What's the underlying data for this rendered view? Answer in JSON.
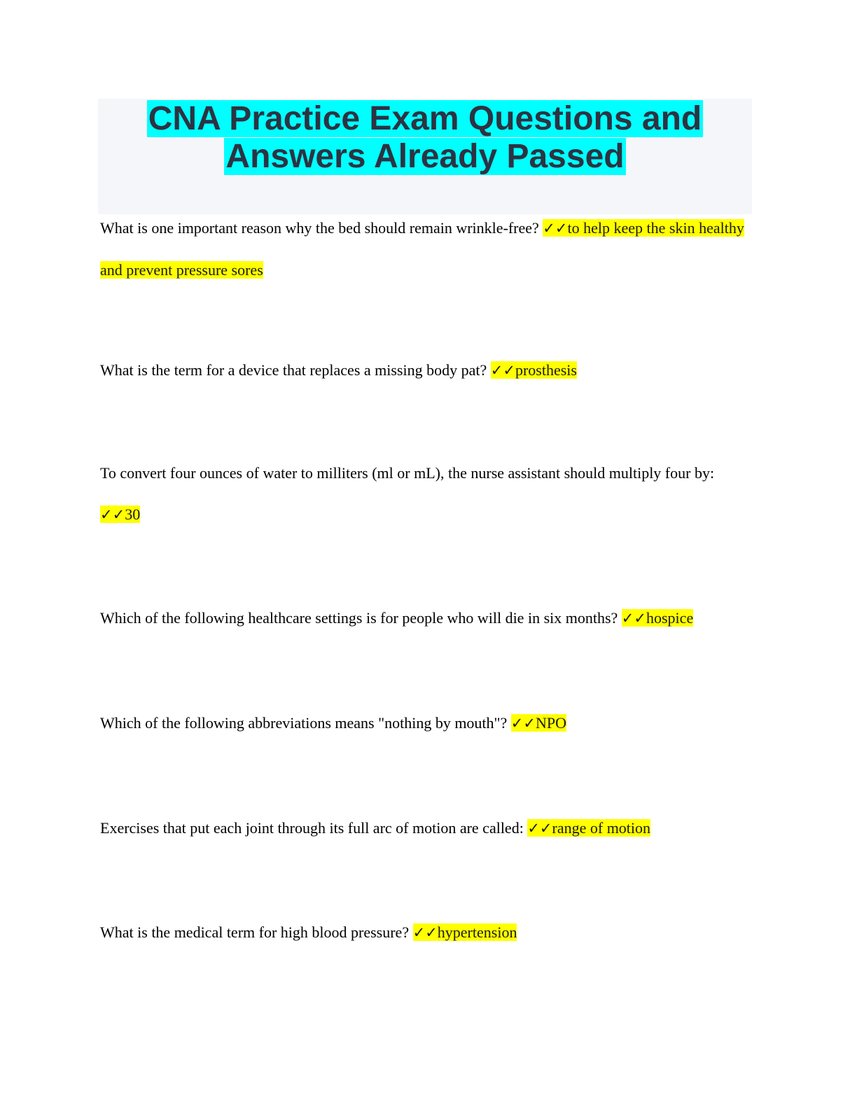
{
  "document": {
    "title_line1": "CNA Practice Exam Questions and",
    "title_line2": "Answers Already Passed",
    "check_mark": "✓✓",
    "colors": {
      "title_highlight": "#00ffff",
      "answer_highlight": "#ffff00",
      "title_text": "#2d3342",
      "header_bg": "#f5f6fa"
    },
    "items": [
      {
        "question": "What is one important reason why the bed should remain wrinkle-free? ",
        "answer": "to help keep the skin healthy and prevent pressure sores"
      },
      {
        "question": "What is the term for a device that replaces a missing body pat? ",
        "answer": "prosthesis"
      },
      {
        "question": "To convert four ounces of water to milliters (ml or mL), the nurse assistant should multiply four by: ",
        "answer": "30"
      },
      {
        "question": "Which of the following healthcare settings is for people who will die in six months? ",
        "answer": "hospice"
      },
      {
        "question": "Which of the following abbreviations means \"nothing by mouth\"? ",
        "answer": "NPO"
      },
      {
        "question": "Exercises that put each joint through its full arc of motion are called: ",
        "answer": "range of motion"
      },
      {
        "question": "What is the medical term for high blood pressure? ",
        "answer": "hypertension"
      }
    ]
  }
}
